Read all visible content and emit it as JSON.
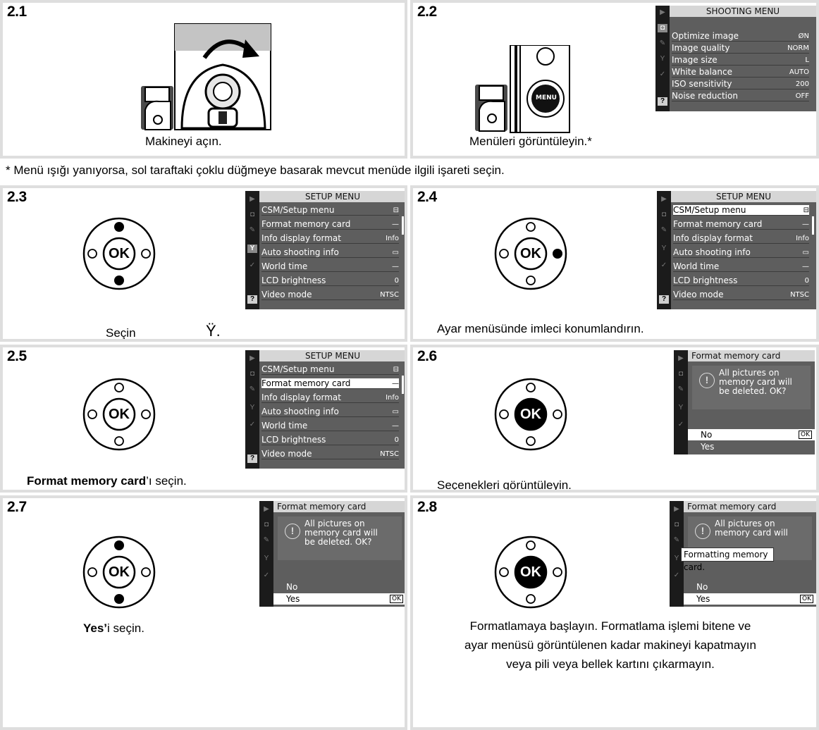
{
  "steps": {
    "s21": {
      "number": "2.1",
      "caption": "Makineyi açın."
    },
    "s22": {
      "number": "2.2",
      "caption": "Menüleri görüntüleyin.*",
      "screen_title": "SHOOTING MENU",
      "items": [
        {
          "label": "Optimize image",
          "value": "ØN"
        },
        {
          "label": "Image quality",
          "value": "NORM"
        },
        {
          "label": "Image size",
          "value": "L"
        },
        {
          "label": "White balance",
          "value": "AUTO"
        },
        {
          "label": "ISO sensitivity",
          "value": "200"
        },
        {
          "label": "Noise reduction",
          "value": "OFF"
        }
      ]
    },
    "footnote": "* Menü ışığı yanıyorsa, sol taraftaki çoklu düğmeye basarak mevcut menüde ilgili işareti seçin.",
    "setup_menu": {
      "title": "SETUP MENU",
      "items": [
        {
          "label": "CSM/Setup menu",
          "value": "⊟"
        },
        {
          "label": "Format memory card",
          "value": "—"
        },
        {
          "label": "Info display format",
          "value": "Info"
        },
        {
          "label": "Auto shooting info",
          "value": "▭"
        },
        {
          "label": "World time",
          "value": "—"
        },
        {
          "label": "LCD brightness",
          "value": "0"
        },
        {
          "label": "Video mode",
          "value": "NTSC"
        }
      ]
    },
    "s23": {
      "number": "2.3",
      "caption": "Seçin",
      "symbol": "Ÿ."
    },
    "s24": {
      "number": "2.4",
      "caption": "Ayar menüsünde imleci konumlandırın."
    },
    "s25": {
      "number": "2.5",
      "caption_bold": "Format memory card",
      "caption_rest": "’ı seçin."
    },
    "s26": {
      "number": "2.6",
      "caption": "Seçenekleri görüntüleyin."
    },
    "s27": {
      "number": "2.7",
      "caption_bold": "Yes’",
      "caption_rest": "i seçin."
    },
    "s28": {
      "number": "2.8",
      "caption_lines": [
        "Formatlamaya başlayın. Formatlama işlemi bitene ve",
        "ayar menüsü görüntülenen kadar makineyi kapatmayın",
        "veya pili veya bellek kartını çıkarmayın."
      ],
      "toast": "Formatting memory card."
    },
    "dialog": {
      "title": "Format memory card",
      "message_lines": [
        "All pictures on",
        "memory card will",
        "be deleted. OK?"
      ],
      "opt_no": "No",
      "opt_yes": "Yes",
      "ok_badge": "OK"
    },
    "menu_button": "MENU",
    "ok_label": "OK"
  }
}
